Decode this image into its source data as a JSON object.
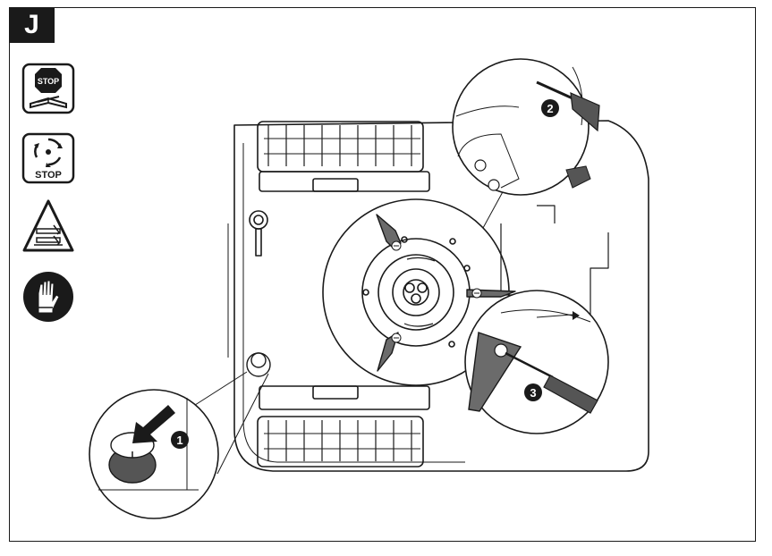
{
  "section": {
    "letter": "J"
  },
  "side_icons": [
    {
      "name": "stop-read-manual-icon",
      "label": "STOP"
    },
    {
      "name": "stop-blades-rotating-icon",
      "label": "STOP"
    },
    {
      "name": "blade-warning-icon",
      "label": ""
    },
    {
      "name": "wear-gloves-icon",
      "label": ""
    }
  ],
  "callouts": [
    {
      "number": "1"
    },
    {
      "number": "2"
    },
    {
      "number": "3"
    }
  ]
}
